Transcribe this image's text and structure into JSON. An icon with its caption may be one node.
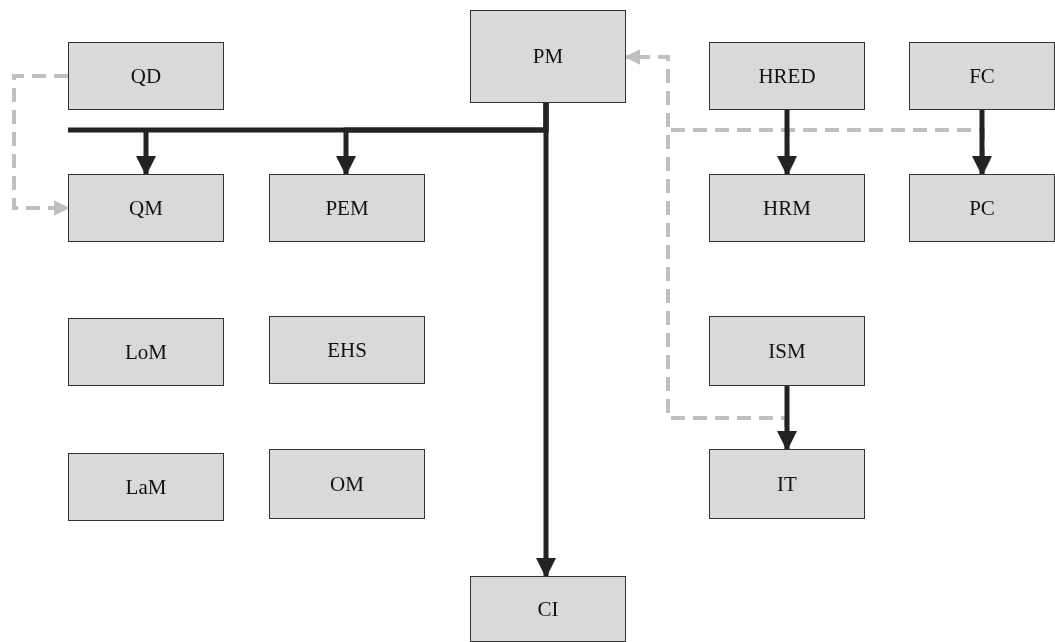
{
  "diagram": {
    "nodes": [
      {
        "text": [
          "QD"
        ]
      },
      {
        "text": [
          "PM"
        ]
      },
      {
        "text": [
          "HRED"
        ]
      },
      {
        "text": [
          "FC"
        ]
      },
      {
        "text": [
          "QM"
        ]
      },
      {
        "text": [
          "PEM"
        ]
      },
      {
        "text": [
          "HRM"
        ]
      },
      {
        "text": [
          "PC"
        ]
      },
      {
        "text": [
          "LoM"
        ]
      },
      {
        "text": [
          "EHS"
        ]
      },
      {
        "text": [
          "ISM"
        ]
      },
      {
        "text": [
          "LaM"
        ]
      },
      {
        "text": [
          "OM"
        ]
      },
      {
        "text": [
          "IT"
        ]
      },
      {
        "text": [
          "CI"
        ]
      }
    ],
    "edges": [
      {
        "from": 0,
        "to": 4,
        "arrow": "to",
        "style": "dashed",
        "color": "#bfbfbf"
      },
      {
        "from": 1,
        "to": 4,
        "arrow": "to"
      },
      {
        "from": 1,
        "to": 5,
        "arrow": "to"
      },
      {
        "from": 1,
        "to": 14,
        "arrow": "to"
      },
      {
        "from": 2,
        "to": 6,
        "arrow": "to"
      },
      {
        "from": 3,
        "to": 7,
        "arrow": "to"
      },
      {
        "from": 10,
        "to": 13,
        "arrow": "to"
      },
      {
        "from": 13,
        "to": 1,
        "arrow": "to",
        "style": "dashed",
        "color": "#bfbfbf"
      },
      {
        "from": 13,
        "to": 6,
        "arrow": "to",
        "style": "dashed",
        "color": "#bfbfbf"
      },
      {
        "from": 13,
        "to": 7,
        "arrow": "to",
        "style": "dashed",
        "color": "#bfbfbf"
      }
    ]
  }
}
